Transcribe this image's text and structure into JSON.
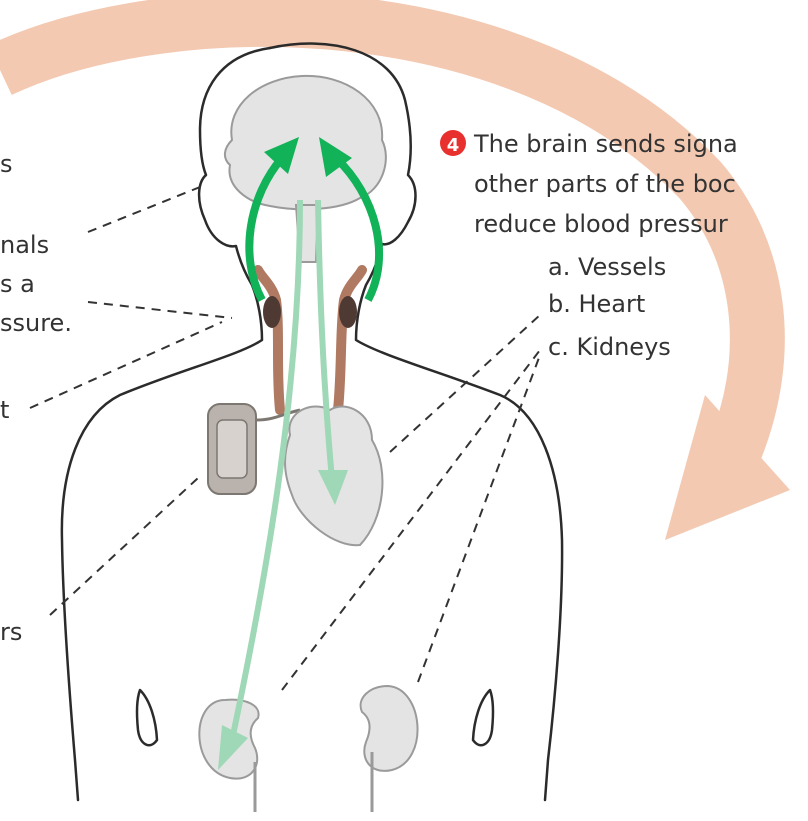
{
  "colors": {
    "cycle_arrow": "#f3c9b2",
    "signal_arrow": "#12b259",
    "signal_arrow_light": "#9fd8b6",
    "step_badge": "#e8302f",
    "organ_fill": "#e4e4e4",
    "device_fill": "#b9b2ad",
    "artery": "#b07a62"
  },
  "left_labels": {
    "line_1": "s",
    "line_2": "nals",
    "line_3": "s a",
    "line_4": "ssure.",
    "line_5": "t",
    "line_6": "rs"
  },
  "step4": {
    "badge": "4",
    "text_lines": [
      "The brain sends signa",
      "other parts of the boc",
      "reduce blood pressur"
    ],
    "items": [
      "a.  Vessels",
      "b.  Heart",
      "c.  Kidneys"
    ]
  },
  "icons": {
    "cycle": "curved-cycle-arrow",
    "signals": "signal-arrows",
    "device": "implanted-pulse-generator",
    "heart": "heart-icon",
    "brain": "brain-icon",
    "kidney": "kidney-icon"
  }
}
